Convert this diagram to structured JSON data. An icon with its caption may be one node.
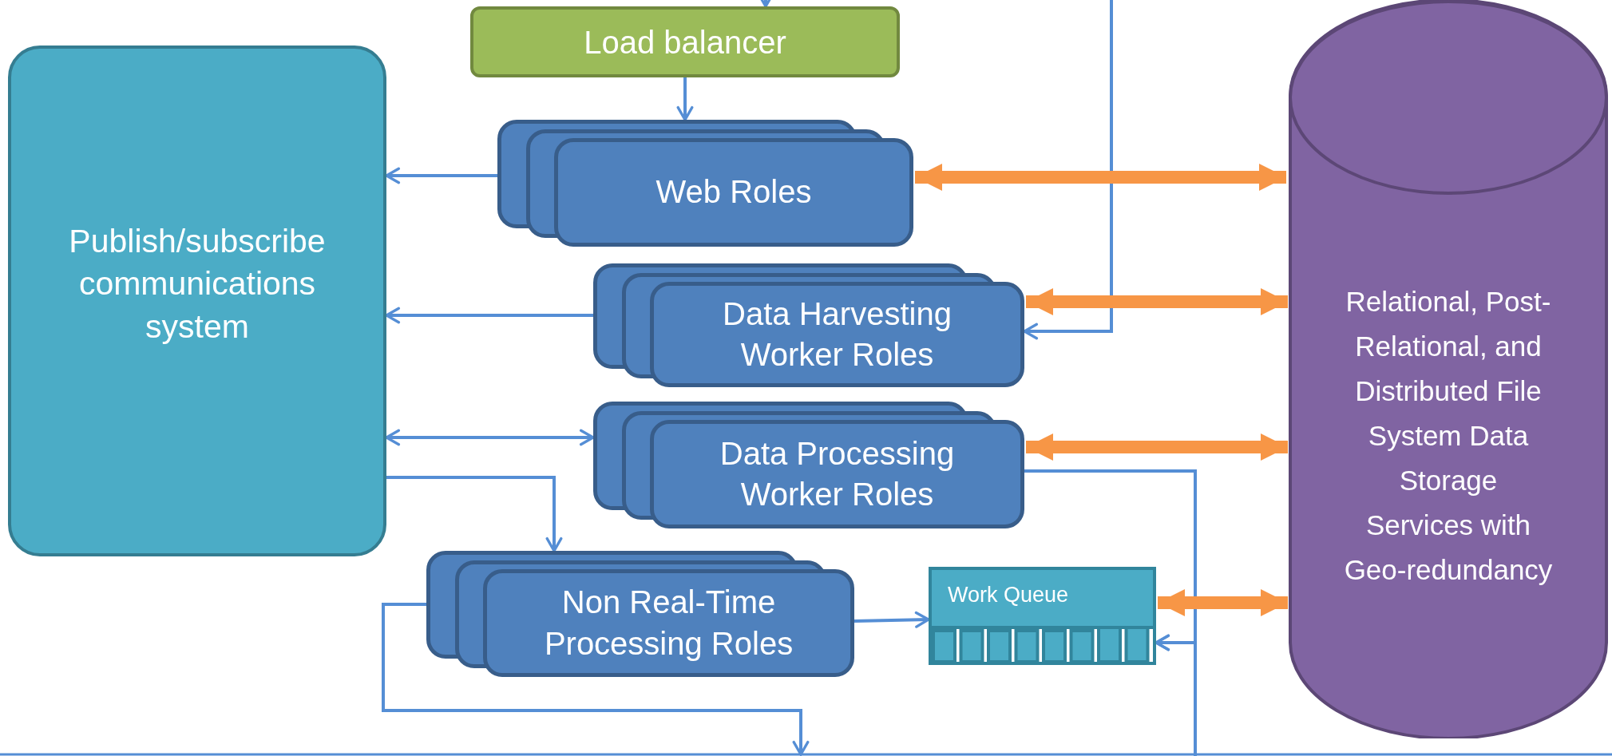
{
  "diagram": {
    "nodes": [
      {
        "text": [
          "Publish/subscribe communications system"
        ]
      },
      {
        "text": [
          "Load balancer"
        ]
      },
      {
        "text": [
          "Web Roles"
        ]
      },
      {
        "text": [
          "Data Harvesting Worker Roles"
        ]
      },
      {
        "text": [
          "Data Processing Worker Roles"
        ]
      },
      {
        "text": [
          "Non Real-Time Processing Roles"
        ]
      },
      {
        "text": [
          "Work Queue"
        ]
      },
      {
        "text": [
          "Relational, Post-Relational, and Distributed File System Data Storage Services with Geo-redundancy"
        ]
      }
    ],
    "edges": [
      {
        "from": null,
        "to": 1,
        "arrow": "to"
      },
      {
        "from": 1,
        "to": 2,
        "arrow": "to"
      },
      {
        "from": 2,
        "to": 0,
        "arrow": "to"
      },
      {
        "from": 3,
        "to": 0,
        "arrow": "to"
      },
      {
        "from": 0,
        "to": 4,
        "arrow": "both"
      },
      {
        "from": 0,
        "to": 5,
        "arrow": "to"
      },
      {
        "from": 5,
        "to": 6,
        "arrow": "to"
      },
      {
        "from": 4,
        "to": 6,
        "arrow": "to"
      },
      {
        "from": null,
        "to": 6,
        "arrow": "to"
      },
      {
        "from": null,
        "to": 3,
        "arrow": "to"
      },
      {
        "from": 5,
        "to": null,
        "arrow": "to"
      },
      {
        "from": 2,
        "to": 7,
        "arrow": "both",
        "style": "thick",
        "color": "#f79646"
      },
      {
        "from": 3,
        "to": 7,
        "arrow": "both",
        "style": "thick",
        "color": "#f79646"
      },
      {
        "from": 4,
        "to": 7,
        "arrow": "both",
        "style": "thick",
        "color": "#f79646"
      },
      {
        "from": 6,
        "to": 7,
        "arrow": "both",
        "style": "thick",
        "color": "#f79646"
      }
    ]
  }
}
